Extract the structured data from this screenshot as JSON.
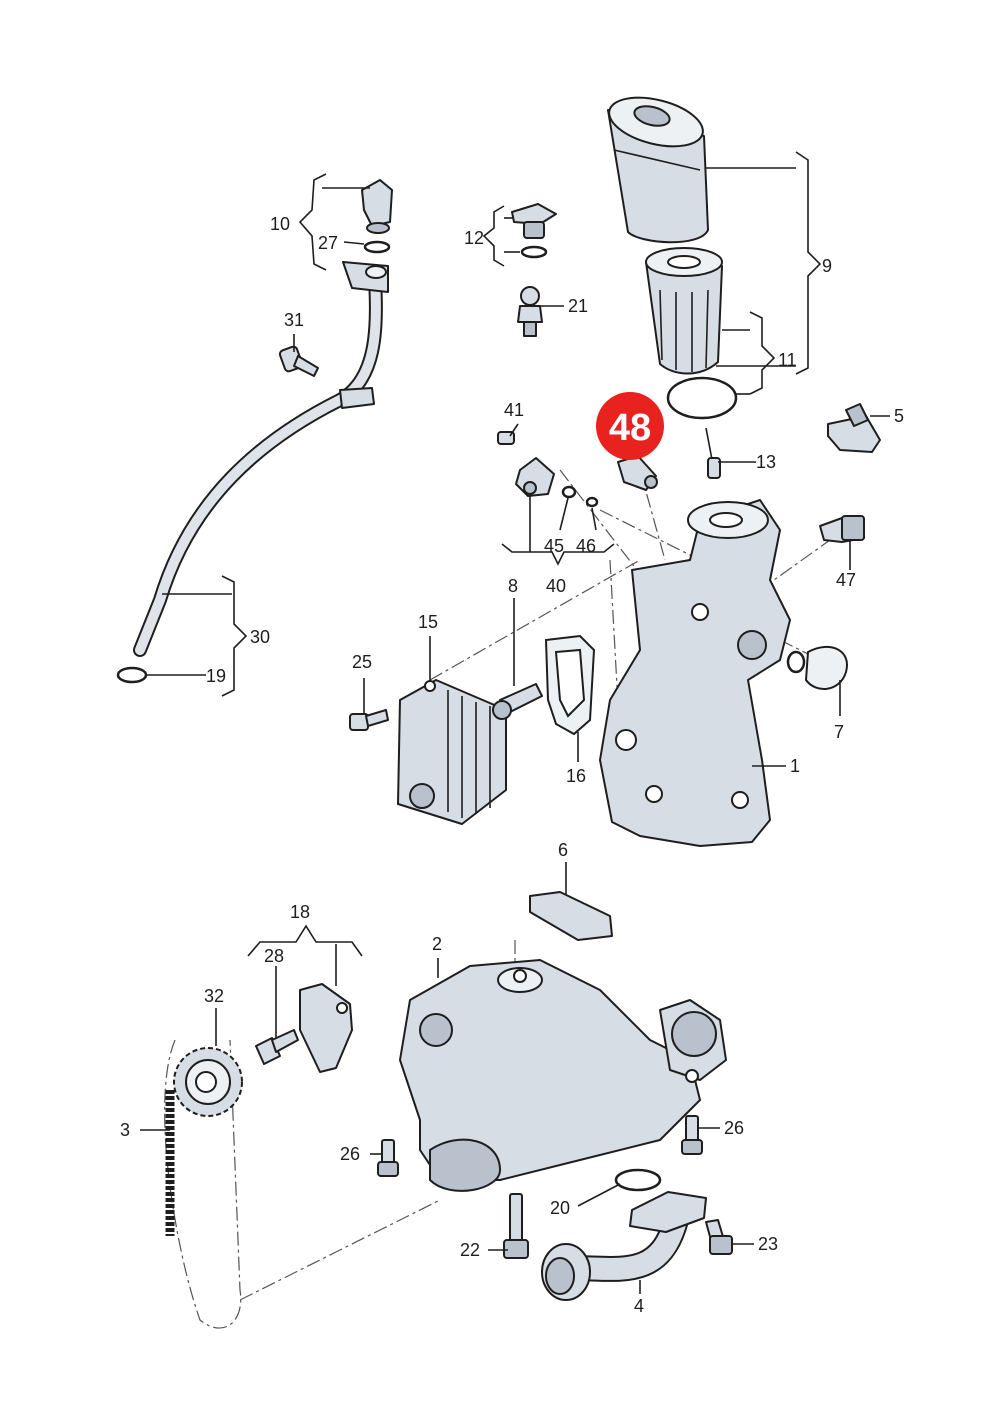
{
  "diagram": {
    "highlight_marker": {
      "label": "48",
      "color": "#e8221f"
    },
    "colors": {
      "part_fill": "#d7dde4",
      "line": "#1e1e1e"
    },
    "callouts": {
      "c1": "1",
      "c2": "2",
      "c3": "3",
      "c4": "4",
      "c5": "5",
      "c6": "6",
      "c7": "7",
      "c8": "8",
      "c9": "9",
      "c10": "10",
      "c11": "11",
      "c12": "12",
      "c13": "13",
      "c15": "15",
      "c16": "16",
      "c18": "18",
      "c19": "19",
      "c20": "20",
      "c21": "21",
      "c22": "22",
      "c23": "23",
      "c25": "25",
      "c26a": "26",
      "c26b": "26",
      "c27": "27",
      "c28": "28",
      "c30": "30",
      "c31": "31",
      "c32": "32",
      "c40": "40",
      "c41": "41",
      "c45": "45",
      "c46": "46",
      "c47": "47"
    }
  }
}
